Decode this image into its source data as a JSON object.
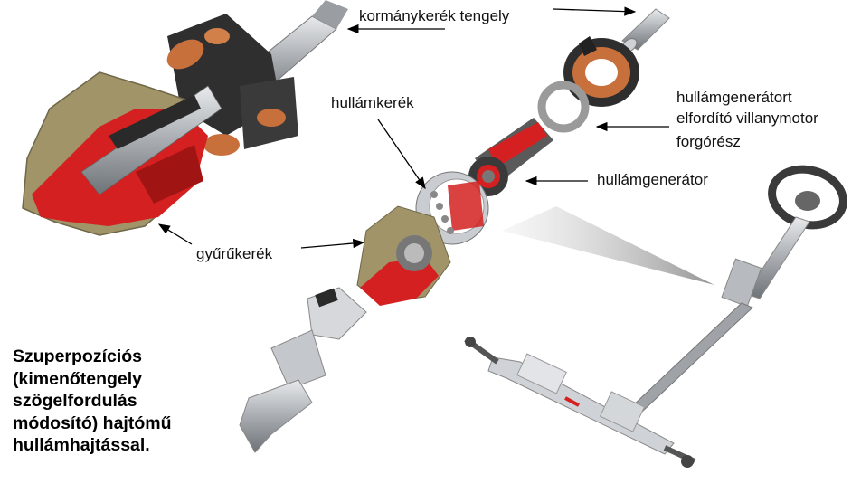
{
  "labels": {
    "steering_shaft": "kormánykerék tengely",
    "wave_wheel": "hullámkerék",
    "motor_rotor": [
      "hullámgenerátort",
      "elfordító villanymotor",
      "forgórész"
    ],
    "wave_generator": "hullámgenerátor",
    "ring_gear": "gyűrűkerék"
  },
  "caption": [
    "Szuperpozíciós",
    "(kimenőtengely",
    "szögelfordulás",
    "módosító) hajtómű",
    "hullámhajtással."
  ],
  "colors": {
    "cutaway_red": "#d42020",
    "bronze": "#a09468",
    "copper": "#c8703c",
    "steel": "#b8bcc0",
    "dark": "#2a2a2a"
  }
}
